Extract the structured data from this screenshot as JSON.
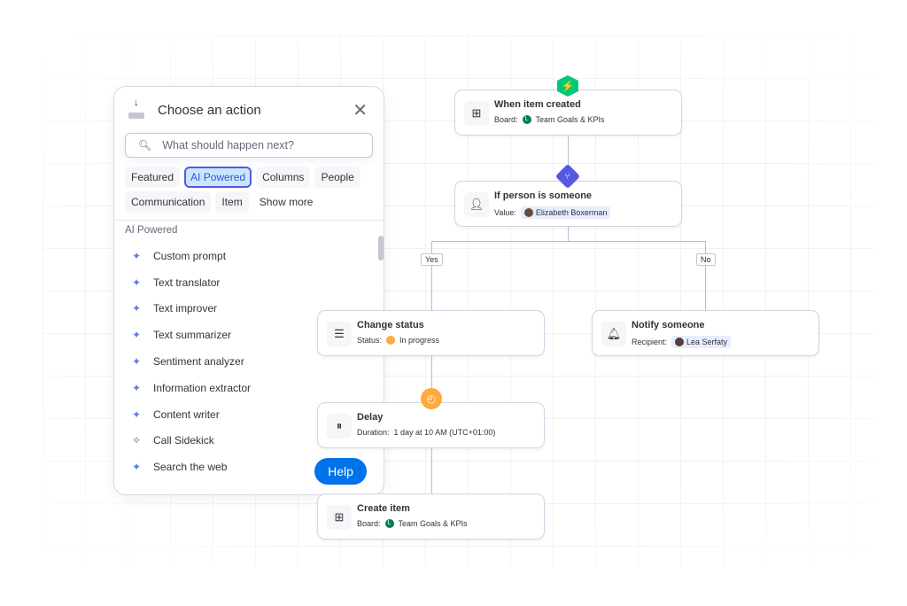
{
  "panel": {
    "title": "Choose an action",
    "search_placeholder": "What should happen next?",
    "chips": [
      "Featured",
      "AI Powered",
      "Columns",
      "People",
      "Communication",
      "Item",
      "Show more"
    ],
    "section": "AI Powered",
    "items": [
      "Custom prompt",
      "Text translator",
      "Text improver",
      "Text summarizer",
      "Sentiment analyzer",
      "Information extractor",
      "Content writer",
      "Call Sidekick",
      "Search the web"
    ]
  },
  "help": "Help",
  "flow": {
    "trigger": {
      "title": "When item created",
      "label": "Board:",
      "value": "Team Goals & KPIs",
      "board_initial": "L"
    },
    "condition": {
      "title": "If person is someone",
      "label": "Value:",
      "value": "Elizabeth Boxerman"
    },
    "yes": "Yes",
    "no": "No",
    "change_status": {
      "title": "Change status",
      "label": "Status:",
      "value": "In progress"
    },
    "notify": {
      "title": "Notify someone",
      "label": "Recipient:",
      "value": "Lea Serfaty"
    },
    "delay": {
      "title": "Delay",
      "label": "Duration:",
      "value": "1 day at 10 AM (UTC+01:00)"
    },
    "create": {
      "title": "Create item",
      "label": "Board:",
      "value": "Team Goals & KPIs",
      "board_initial": "L"
    }
  },
  "colors": {
    "accent": "#5559df",
    "help": "#0073ea",
    "trigger": "#00c875",
    "condition": "#5559df",
    "delay": "#fdab3d",
    "status": "#fdab3d"
  }
}
